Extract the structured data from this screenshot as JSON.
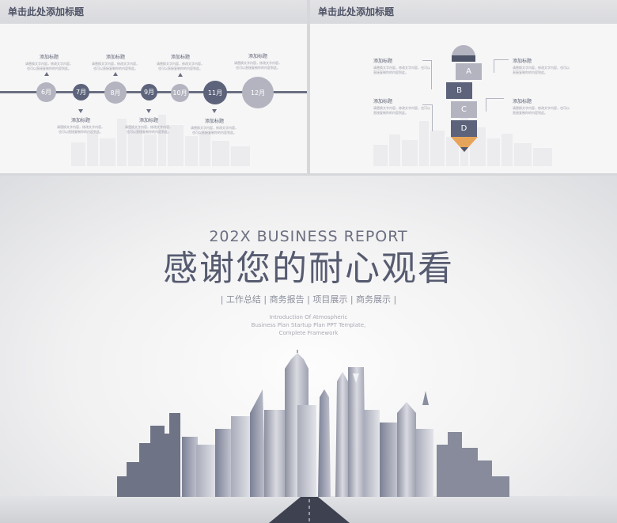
{
  "slide1": {
    "title": "单击此处添加标题",
    "months": [
      "6月",
      "7月",
      "8月",
      "9月",
      "10月",
      "11月",
      "12月"
    ],
    "annotations": [
      {
        "title": "添加标题",
        "desc": "请替换文字内容，修改文字内容，也可以直接复制你的内容到此。"
      },
      {
        "title": "添加标题",
        "desc": "请替换文字内容，修改文字内容，也可以直接复制你的内容到此。"
      },
      {
        "title": "添加标题",
        "desc": "请替换文字内容，修改文字内容，也可以直接复制你的内容到此。"
      },
      {
        "title": "添加标题",
        "desc": "请替换文字内容，修改文字内容，也可以直接复制你的内容到此。"
      },
      {
        "title": "添加标题",
        "desc": "请替换文字内容，修改文字内容，也可以直接复制你的内容到此。"
      },
      {
        "title": "添加标题",
        "desc": "请替换文字内容，修改文字内容，也可以直接复制你的内容到此。"
      },
      {
        "title": "添加标题",
        "desc": "请替换文字内容，修改文字内容，也可以直接复制你的内容到此。"
      }
    ]
  },
  "slide2": {
    "title": "单击此处添加标题",
    "letters": [
      "A",
      "B",
      "C",
      "D"
    ],
    "annotations": [
      {
        "title": "添加标题",
        "desc": "请替换文字内容，修改文字内容，也可以直接复制你的内容到此。"
      },
      {
        "title": "添加标题",
        "desc": "请替换文字内容，修改文字内容，也可以直接复制你的内容到此。"
      },
      {
        "title": "添加标题",
        "desc": "请替换文字内容，修改文字内容，也可以直接复制你的内容到此。"
      },
      {
        "title": "添加标题",
        "desc": "请替换文字内容，修改文字内容，也可以直接复制你的内容到此。"
      }
    ]
  },
  "slide3": {
    "heading": "202X BUSINESS REPORT",
    "main_title": "感谢您的耐心观看",
    "tagline": "| 工作总结 | 商务报告 | 项目展示 | 商务展示 |",
    "intro_lines": [
      "Introduction Of Atmospheric",
      "Business Plan Startup Plan PPT Template,",
      "Complete Framework"
    ]
  },
  "colors": {
    "dark": "#5c637b",
    "light": "#b3b4bf",
    "title_text": "#565b70"
  }
}
